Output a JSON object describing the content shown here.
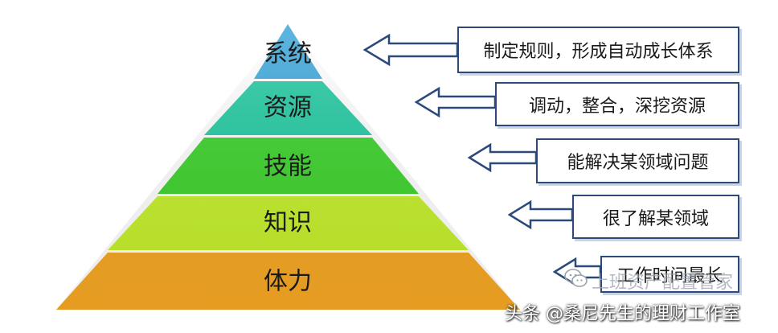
{
  "colors": {
    "level_1": "#3aa6d9",
    "level_2": "#20c8a0",
    "level_3": "#3bd12a",
    "level_4": "#c4ef2a",
    "level_5": "#f5a623",
    "box_border": "#2b4a7a",
    "arrow": "#2b4a7a"
  },
  "levels": [
    {
      "label": "系统",
      "description": "制定规则，形成自动成长体系"
    },
    {
      "label": "资源",
      "description": "调动，整合，深挖资源"
    },
    {
      "label": "技能",
      "description": "能解决某领域问题"
    },
    {
      "label": "知识",
      "description": "很了解某领域"
    },
    {
      "label": "体力",
      "description": "工作时间最长"
    }
  ],
  "watermark": {
    "icon": "wechat-icon",
    "text": "上班资产配置管家"
  },
  "credit": "头条 @桑尼先生的理财工作室"
}
